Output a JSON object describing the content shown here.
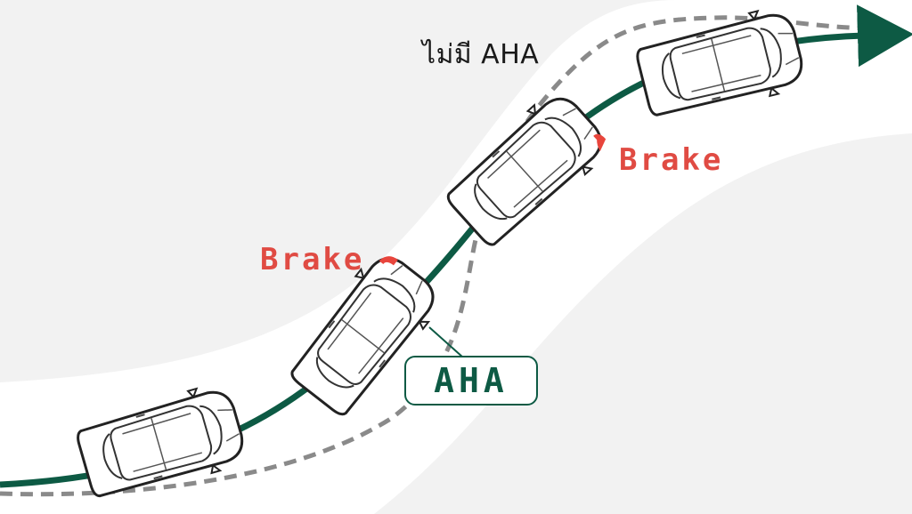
{
  "labels": {
    "without_aha": "ไม่มี AHA",
    "brake": "Brake",
    "aha": "AHA"
  },
  "colors": {
    "background_light": "#f2f2f2",
    "road_band": "#ffffff",
    "path_with_aha": "#0d5a44",
    "path_without_aha": "#8a8a8a",
    "brake_text": "#e04b43",
    "brake_light": "#e8453c"
  },
  "cars": [
    {
      "id": "car-1",
      "brake_light": false
    },
    {
      "id": "car-2",
      "brake_light": true
    },
    {
      "id": "car-3",
      "brake_light": true
    },
    {
      "id": "car-4",
      "brake_light": false
    }
  ]
}
